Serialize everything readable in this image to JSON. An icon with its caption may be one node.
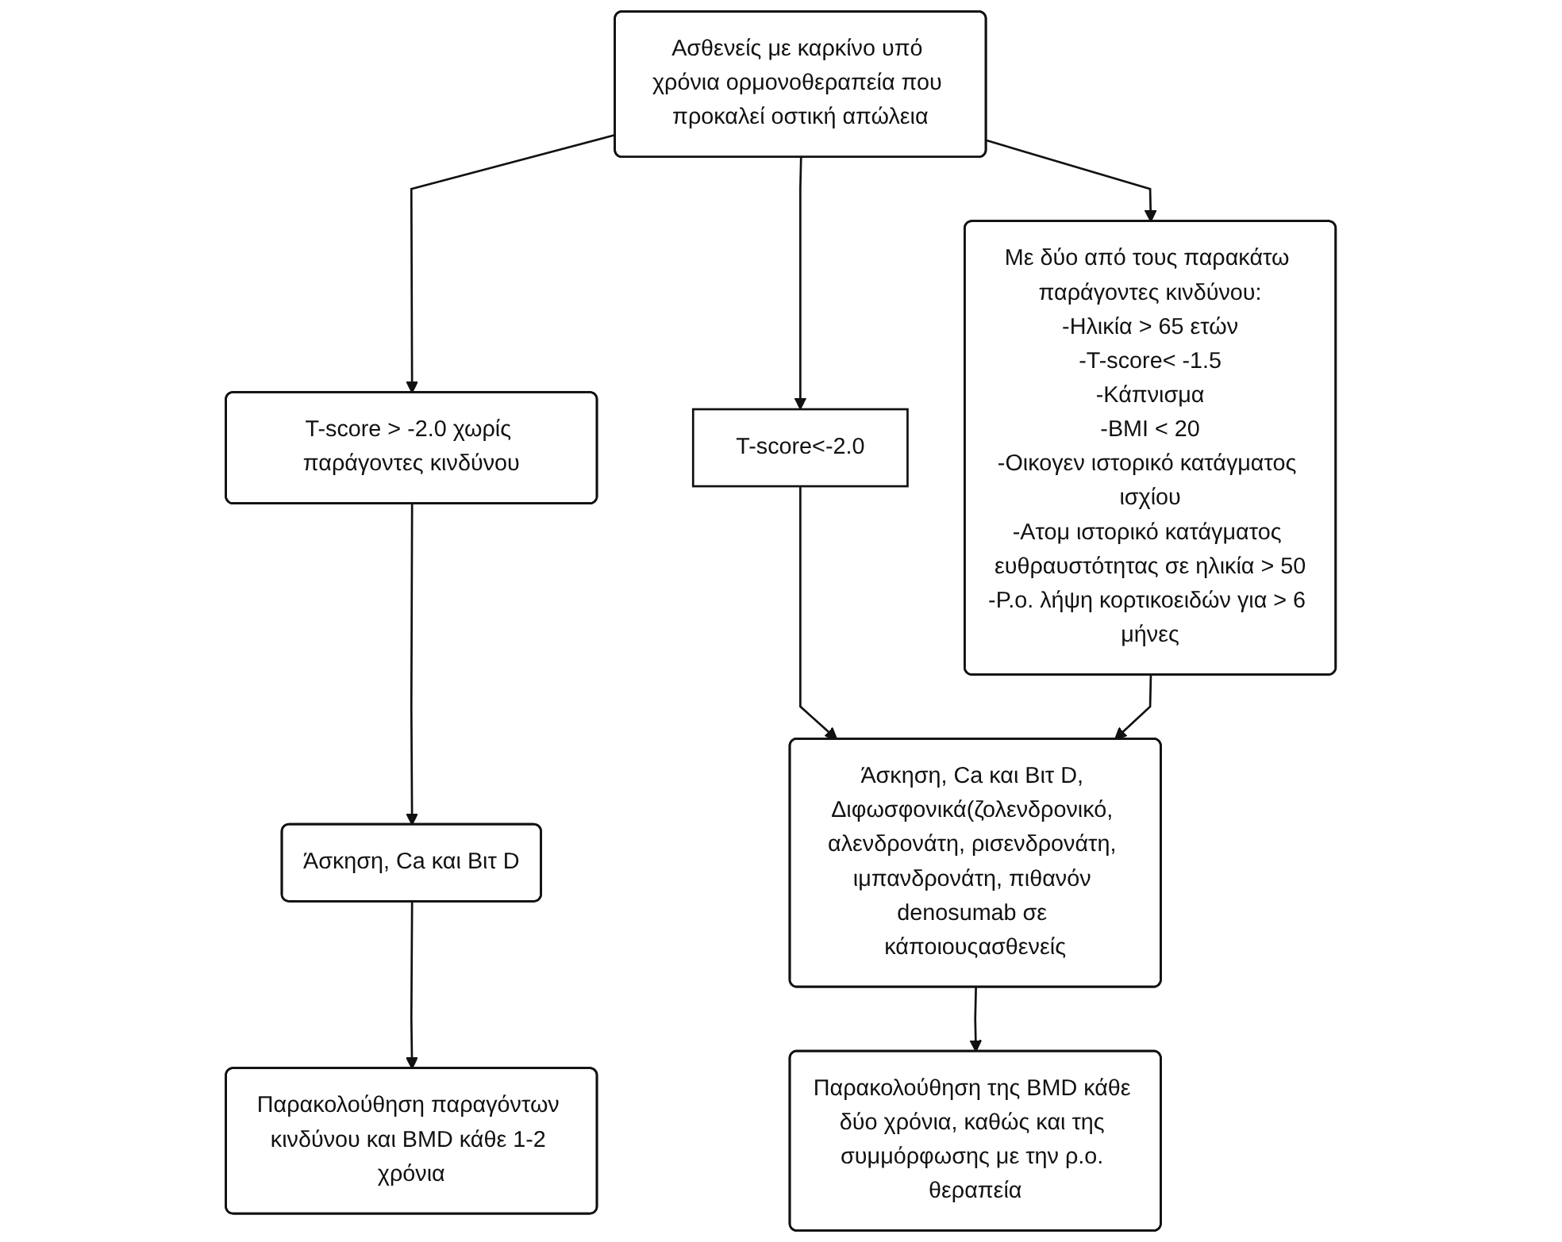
{
  "diagram": {
    "nodes": [
      {
        "text": [
          "Ασθενείς με καρκίνο υπό χρόνια ορμονοθεραπεία που προκαλεί οστική απώλεια"
        ]
      },
      {
        "text": [
          "T-score > -2.0 χωρίς παράγοντες κινδύνου"
        ]
      },
      {
        "text": [
          "Με δύο από τους παρακάτω παράγοντες κινδύνου:",
          "-Ηλικία > 65 ετών",
          "-T-score< -1.5",
          "-Κάπνισμα",
          "-BMI < 20",
          "-Οικογεν ιστορικό κατάγματος ισχίου",
          "-Ατομ ιστορικό κατάγματος ευθραυστότητας σε ηλικία > 50",
          "-Ρ.ο. λήψη κορτικοειδών για > 6 μήνες"
        ]
      },
      {
        "text": [
          "T-score<-2.0"
        ]
      },
      {
        "text": [
          "Άσκηση, Ca και Βιτ D"
        ]
      },
      {
        "text": [
          "Άσκηση, Ca και Βιτ D, Διφωσφονικά(ζολενδρονικό, αλενδρονάτη, ρισενδρονάτη, ιμπανδρονάτη, πιθανόν denosumab σε κάποιουςασθενείς"
        ]
      },
      {
        "text": [
          "Παρακολούθηση παραγόντων κινδύνου και BMD κάθε 1-2 χρόνια"
        ]
      },
      {
        "text": [
          "Παρακολούθηση της BMD κάθε δύο χρόνια, καθώς και της συμμόρφωσης με την ρ.ο. θεραπεία"
        ]
      }
    ],
    "edges": [
      {
        "from": 0,
        "to": 1,
        "arrow": "to"
      },
      {
        "from": 0,
        "to": 2,
        "arrow": "to"
      },
      {
        "from": 0,
        "to": 3,
        "arrow": "to"
      },
      {
        "from": 1,
        "to": 4,
        "arrow": "to"
      },
      {
        "from": 4,
        "to": 6,
        "arrow": "to"
      },
      {
        "from": 3,
        "to": 5,
        "arrow": "to"
      },
      {
        "from": 2,
        "to": 5,
        "arrow": "to"
      },
      {
        "from": 5,
        "to": 7,
        "arrow": "to"
      }
    ]
  }
}
